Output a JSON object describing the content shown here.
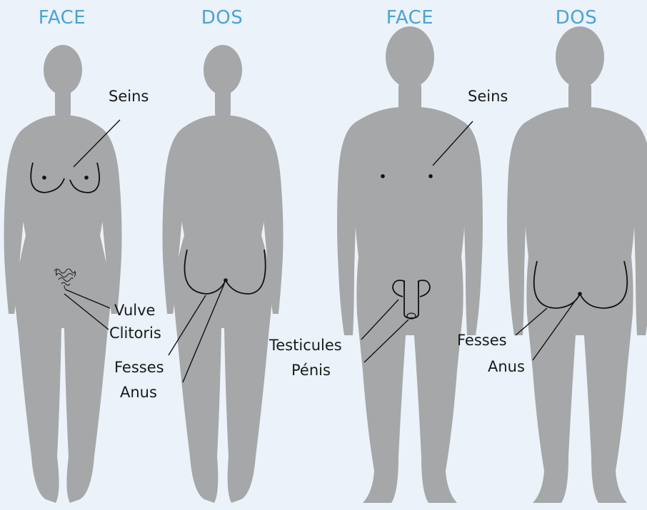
{
  "headings": {
    "female_front": "FACE",
    "female_back": "DOS",
    "male_front": "FACE",
    "male_back": "DOS"
  },
  "labels": {
    "female_front": {
      "breasts": "Seins",
      "vulva": "Vulve",
      "clitoris": "Clitoris"
    },
    "female_back": {
      "buttocks": "Fesses",
      "anus": "Anus"
    },
    "male_front": {
      "breasts": "Seins",
      "testicles": "Testicules",
      "penis": "Pénis"
    },
    "male_back": {
      "buttocks": "Fesses",
      "anus": "Anus"
    }
  },
  "colors": {
    "background": "#ebf2f9",
    "heading": "#4aa3d6",
    "silhouette": "#a5a7a8",
    "text": "#1a1a1a"
  }
}
